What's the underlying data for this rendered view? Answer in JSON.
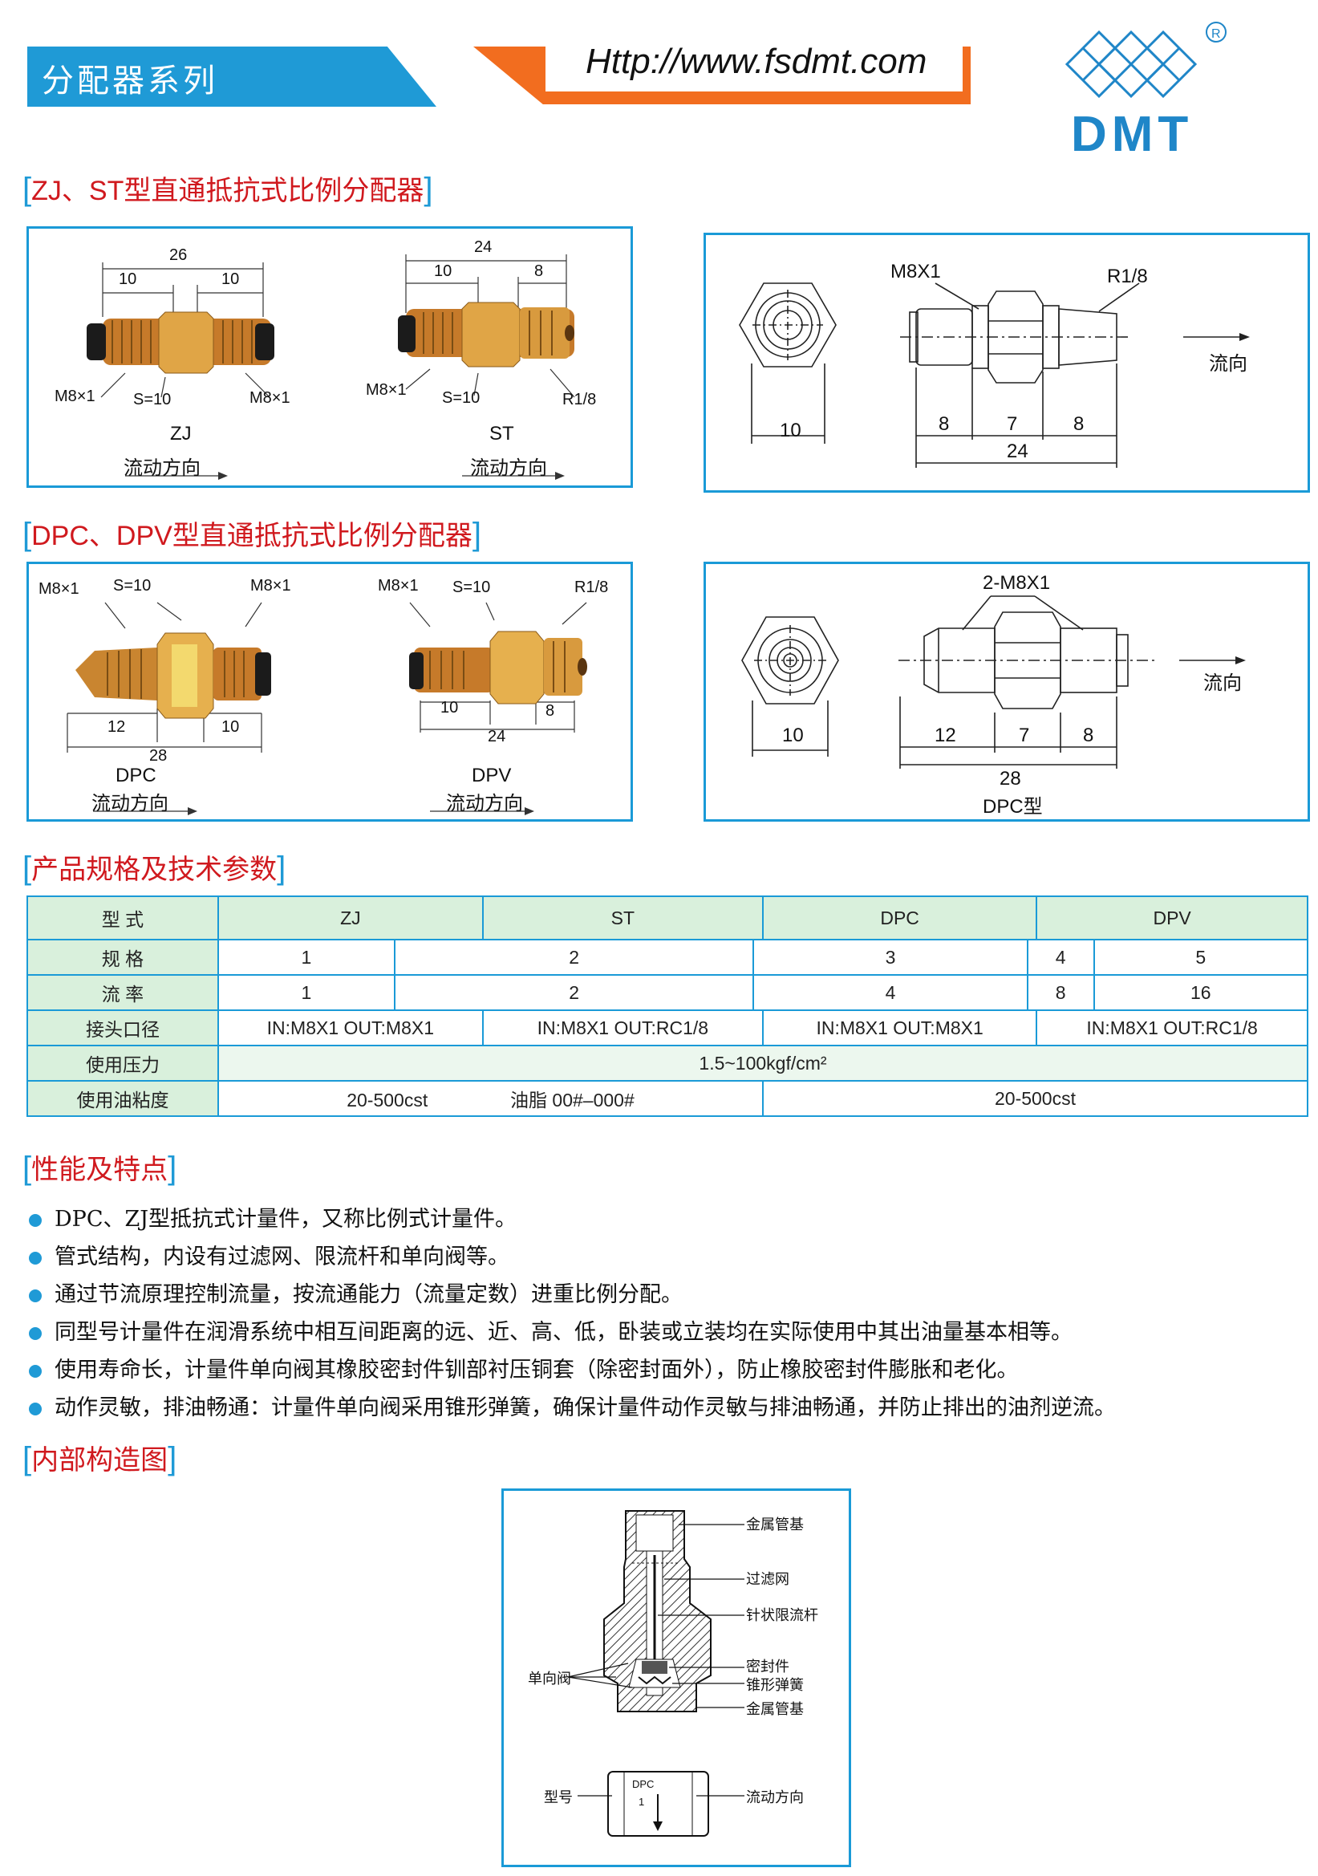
{
  "header": {
    "series_title": "分配器系列",
    "url": "Http://www.fsdmt.com",
    "logo": "DMT",
    "registered": "®"
  },
  "sections": {
    "zj_st": "ZJ、ST型直通抵抗式比例分配器",
    "dpc_dpv": "DPC、DPV型直通抵抗式比例分配器",
    "spec": "产品规格及技术参数",
    "features": "性能及特点",
    "internal": "内部构造图"
  },
  "zj_photo": {
    "zj": {
      "d_total": "26",
      "d_left": "10",
      "d_right": "10",
      "thread_l": "M8×1",
      "hex": "S=10",
      "thread_r": "M8×1",
      "name": "ZJ",
      "flow": "流动方向"
    },
    "st": {
      "d_total": "24",
      "d_left": "10",
      "d_right": "8",
      "thread_l": "M8×1",
      "hex": "S=10",
      "thread_r": "R1/8",
      "name": "ST",
      "flow": "流动方向"
    }
  },
  "zj_drawing": {
    "thread_l": "M8X1",
    "thread_r": "R1/8",
    "flow": "流向",
    "hex_w": "10",
    "d1": "8",
    "d2": "7",
    "d3": "8",
    "total": "24"
  },
  "dpc_photo": {
    "dpc": {
      "thread_l": "M8×1",
      "hex": "S=10",
      "thread_r": "M8×1",
      "d_left": "12",
      "d_right": "10",
      "d_total": "28",
      "name": "DPC",
      "flow": "流动方向"
    },
    "dpv": {
      "thread_l": "M8×1",
      "hex": "S=10",
      "thread_r": "R1/8",
      "d_left": "10",
      "d_right": "8",
      "d_total": "24",
      "name": "DPV",
      "flow": "流动方向"
    }
  },
  "dpc_drawing": {
    "thread": "2-M8X1",
    "flow": "流向",
    "hex_w": "10",
    "d1": "12",
    "d2": "7",
    "d3": "8",
    "total": "28",
    "caption": "DPC型"
  },
  "spec_table": {
    "row_model": {
      "label": "型 式",
      "cols": [
        "ZJ",
        "ST",
        "DPC",
        "DPV"
      ]
    },
    "row_size": {
      "label": "规 格",
      "cols": [
        "1",
        "2",
        "3",
        "4",
        "5"
      ]
    },
    "row_rate": {
      "label": "流 率",
      "cols": [
        "1",
        "2",
        "4",
        "8",
        "16"
      ]
    },
    "row_conn": {
      "label": "接头口径",
      "cols": [
        "IN:M8X1  OUT:M8X1",
        "IN:M8X1   OUT:RC1/8",
        "IN:M8X1   OUT:M8X1",
        "IN:M8X1    OUT:RC1/8"
      ]
    },
    "row_pressure": {
      "label": "使用压力",
      "value": "1.5~100kgf/cm²"
    },
    "row_visc": {
      "label": "使用油粘度",
      "left_a": "20-500cst",
      "left_b": "油脂 00#–000#",
      "right": "20-500cst"
    }
  },
  "features": [
    "DPC、ZJ型抵抗式计量件，又称比例式计量件。",
    "管式结构，内设有过滤网、限流杆和单向阀等。",
    "通过节流原理控制流量，按流通能力（流量定数）进重比例分配。",
    "同型号计量件在润滑系统中相互间距离的远、近、高、低，卧装或立装均在实际使用中其出油量基本相等。",
    "使用寿命长，计量件单向阀其橡胶密封件钏部衬压铜套（除密封面外），防止橡胶密封件膨胀和老化。",
    "动作灵敏，排油畅通：计量件单向阀采用锥形弹簧，确保计量件动作灵敏与排油畅通，并防止排出的油剂逆流。"
  ],
  "internal": {
    "label_base_top": "金属管基",
    "label_filter": "过滤网",
    "label_needle": "针状限流杆",
    "label_seal": "密封件",
    "label_spring": "锥形弹簧",
    "label_base_bottom": "金属管基",
    "label_check": "单向阀",
    "label_model": "型号",
    "label_flow": "流动方向",
    "stamp_model": "DPC",
    "stamp_num": "1"
  },
  "colors": {
    "accent_blue": "#1f9ad6",
    "accent_orange": "#f26d1f",
    "title_red": "#d0191e",
    "table_green": "#d9f0dc"
  }
}
